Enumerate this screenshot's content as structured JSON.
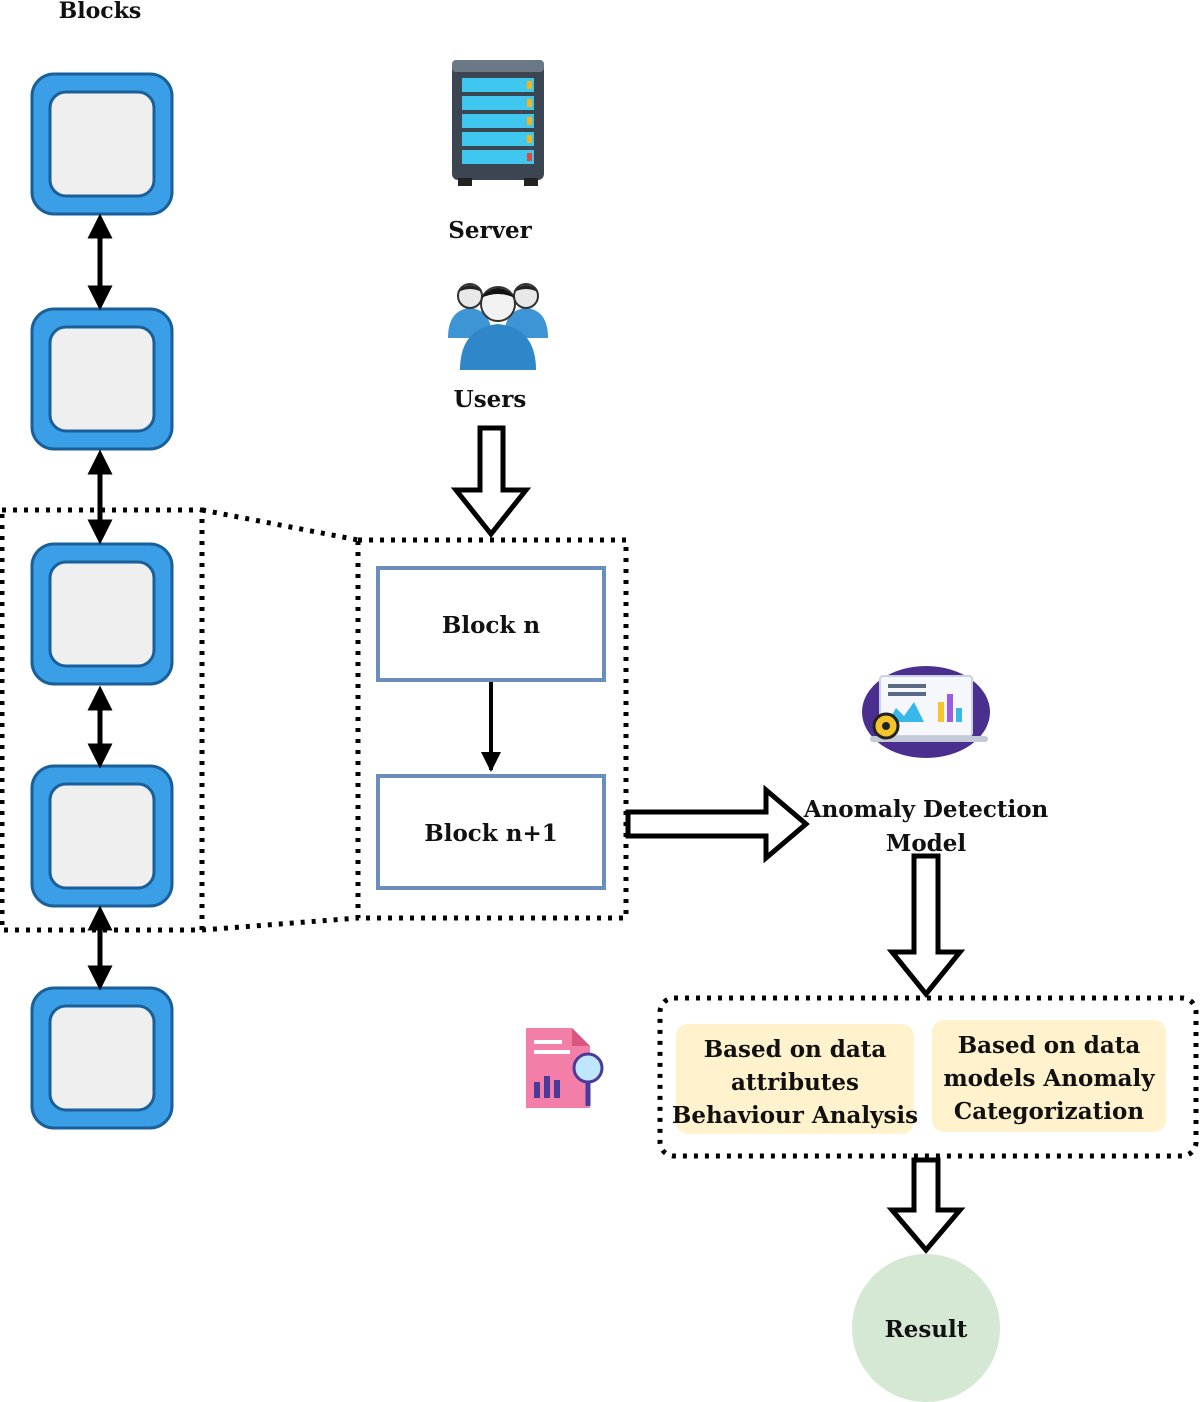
{
  "chain": {
    "title": "Blocks",
    "block_count": 5
  },
  "server": {
    "label": "Server"
  },
  "users": {
    "label": "Users"
  },
  "blocks": {
    "block_n": "Block n",
    "block_n1": "Block n+1"
  },
  "model": {
    "label_line1": "Anomaly Detection",
    "label_line2": "Model"
  },
  "analysis": {
    "left": {
      "line1": "Based on data",
      "line2": "attributes",
      "line3": "Behaviour Analysis"
    },
    "right": {
      "line1": "Based on data",
      "line2": "models Anomaly",
      "line3": "Categorization"
    }
  },
  "result": {
    "label": "Result"
  },
  "colors": {
    "block_fill": "#3a9fe6",
    "block_inner": "#efefef",
    "box_stroke": "#6c8ebf",
    "analysis_fill": "#fff2cc",
    "result_fill": "#d5e8d4"
  }
}
